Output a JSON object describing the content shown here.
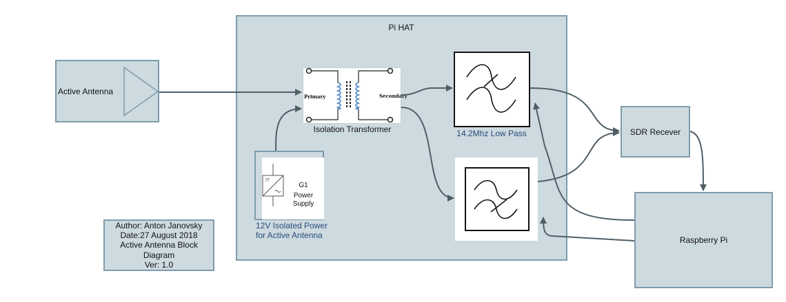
{
  "pi_hat": {
    "label": "Pi HAT"
  },
  "active_antenna": {
    "label": "Active Antenna"
  },
  "transformer": {
    "label": "Isolation Transformer",
    "primary": "Primary",
    "secondary": "Secondary"
  },
  "low_pass": {
    "label": "14.2Mhz Low Pass"
  },
  "power": {
    "symbol_id": "G1",
    "symbol_text_1": "Power",
    "symbol_text_2": "Supply",
    "label_line1": "12V Isolated Power",
    "label_line2": "for Active Antenna"
  },
  "sdr": {
    "label": "SDR Recever"
  },
  "raspberry_pi": {
    "label": "Raspberry Pi"
  },
  "info": {
    "line1": "Author: Anton Janovsky",
    "line2": "Date:27 August 2018",
    "line3": "Active Antenna Block",
    "line4": "Diagram",
    "line5": "Ver: 1.0"
  },
  "colors": {
    "box_fill": "#cddae0",
    "box_border": "#7e9bab",
    "connector": "#4f5e66",
    "coil": "#5b8fc9",
    "power_label": "#2a4a7a"
  }
}
